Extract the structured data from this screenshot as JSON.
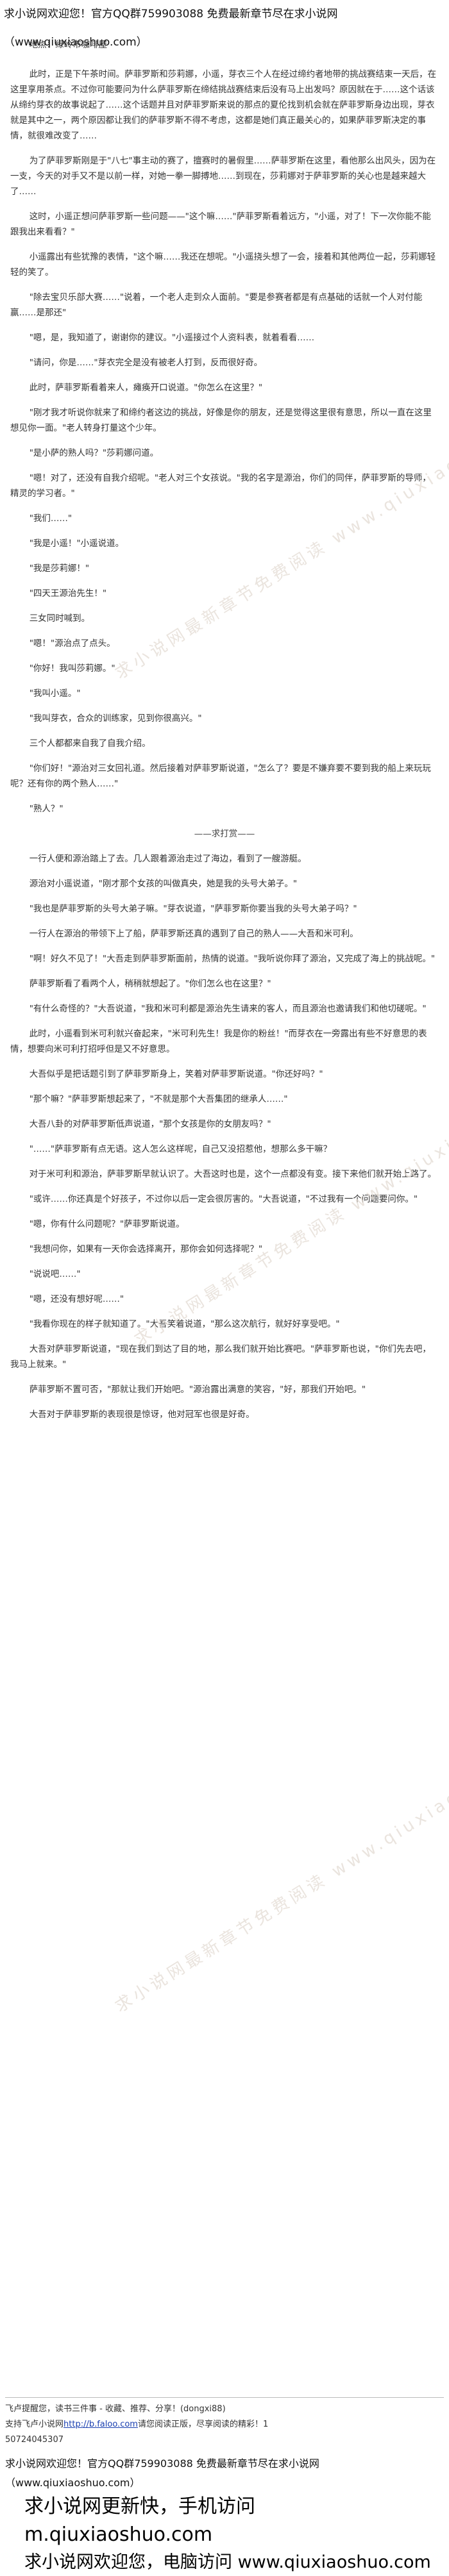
{
  "header": {
    "notice": "求小说网欢迎您！官方QQ群759903088 免费最新章节尽在求小说网（www.qiuxiaoshuo.com）"
  },
  "watermark": "求小说网最新章节免费阅读 www.qiuxiaoshuo.com",
  "paragraphs": [
    "地点：绿岭市咖啡屋",
    "此时，正是下午茶时间。萨菲罗斯和莎莉娜，小遥，芽衣三个人在经过缔约者地带的挑战赛结束一天后，在这里享用茶点。不过你可能要问为什么萨菲罗斯在缔结挑战赛结束后没有马上出发吗？原因就在于……这个话该从缔约芽衣的故事说起了……这个话题并且对萨菲罗斯来说的那点的夏伦找到机会就在萨菲罗斯身边出现，芽衣就是其中之一，两个原因都让我们的萨菲罗斯不得不考虑，这都是她们真正最关心的，如果萨菲罗斯决定的事情，就很难改变了……",
    "为了萨菲罗斯刚是于\"八七\"事主动的赛了，擅赛时的暑假里……萨菲罗斯在这里，看他那么出风头，因为在一支，今天的对手又不是以前一样，对她一拳一脚搏地……到现在，莎莉娜对于萨菲罗斯的关心也是越来越大了……",
    "这时，小遥正想问萨菲罗斯一些问题——\"这个嘛……\"萨菲罗斯看着远方，\"小遥，对了！下一次你能不能跟我出来看看？\"",
    "小遥露出有些犹豫的表情，\"这个嘛……我还在想呢。\"小遥挠头想了一会，接着和其他两位一起，莎莉娜轻轻的笑了。",
    "\"除去宝贝乐部大赛……\"说着，一个老人走到众人面前。\"要是参赛者都是有点基础的话就一个人对付能赢……是那还\"",
    "\"嗯，是，我知道了，谢谢你的建议。\"小遥接过个人资料表，就着看看……",
    "\"请问，你是……\"芽衣完全是没有被老人打到，反而很好奇。",
    "此时，萨菲罗斯看着来人，瘫痪开口说道。\"你怎么在这里？\"",
    "\"刚才我才听说你就来了和缔约者这边的挑战，好像是你的朋友，还是觉得这里很有意思，所以一直在这里想见你一面。\"老人转身打量这个少年。",
    "\"是小萨的熟人吗？\"莎莉娜问道。",
    "\"嗯！对了，还没有自我介绍呢。\"老人对三个女孩说。\"我的名字是源治，你们的同伴，萨菲罗斯的导师，精灵的学习者。\"",
    "\"我们……\"",
    "\"我是小遥！\"小遥说道。",
    "\"我是莎莉娜！\"",
    "\"四天王源治先生！\"",
    "三女同时喊到。",
    "\"嗯！\"源治点了点头。",
    "\"你好！我叫莎莉娜。\"",
    "\"我叫小遥。\"",
    "\"我叫芽衣，合众的训练家，见到你很高兴。\"",
    "三个人都都来自我了自我介绍。",
    "\"你们好！\"源治对三女回礼道。然后接着对萨菲罗斯说道，\"怎么了？要是不嫌弃要不要到我的船上来玩玩呢？还有你的两个熟人……\"",
    "\"熟人？\"",
    "——求打赏——",
    "一行人便和源治踏上了去。几人跟着源治走过了海边，看到了一艘游艇。",
    "源治对小遥说道，\"刚才那个女孩的叫做真央，她是我的头号大弟子。\"",
    "\"我也是萨菲罗斯的头号大弟子嘛。\"芽衣说道，\"萨菲罗斯你要当我的头号大弟子吗？\"",
    "一行人在源治的带领下上了船，萨菲罗斯还真的遇到了自己的熟人——大吾和米可利。",
    "\"啊！好久不见了！\"大吾走到萨菲罗斯面前，热情的说道。\"我听说你拜了源治，又完成了海上的挑战呢。\"",
    "萨菲罗斯看了看两个人，稍稍就想起了。\"你们怎么也在这里？\"",
    "\"有什么奇怪的？\"大吾说道，\"我和米可利都是源治先生请来的客人，而且源治也邀请我们和他切磋呢。\"",
    "此时，小遥看到米可利就兴奋起来，\"米可利先生！我是你的粉丝！\"而芽衣在一旁露出有些不好意思的表情，想要向米可利打招呼但是又不好意思。",
    "大吾似乎是把话题引到了萨菲罗斯身上，笑着对萨菲罗斯说道。\"你还好吗？\"",
    "\"那个嘛？\"萨菲罗斯想起来了，\"不就是那个大吾集团的继承人……\"",
    "大吾八卦的对萨菲罗斯低声说道，\"那个女孩是你的女朋友吗？\"",
    "\"……\"萨菲罗斯有点无语。这人怎么这样呢，自己又没招惹他，想那么多干嘛？",
    "对于米可利和源治，萨菲罗斯早就认识了。大吾这时也是，这个一点都没有变。接下来他们就开始上路了。",
    "\"或许……你还真是个好孩子，不过你以后一定会很厉害的。\"大吾说道，\"不过我有一个问题要问你。\"",
    "\"嗯，你有什么问题呢？\"萨菲罗斯说道。",
    "\"我想问你，如果有一天你会选择离开，那你会如何选择呢？\"",
    "\"说说吧……\"",
    "\"嗯，还没有想好呢……\"",
    "\"我看你现在的样子就知道了。\"大吾笑着说道，\"那么这次航行，就好好享受吧。\"",
    "大吾对萨菲罗斯说道，\"现在我们到达了目的地，那么我们就开始比赛吧。\"萨菲罗斯也说，\"你们先去吧，我马上就来。\"",
    "萨菲罗斯不置可否，\"那就让我们开始吧。\"源治露出满意的笑容，\"好，那我们开始吧。\"",
    "大吾对于萨菲罗斯的表现很是惊讶，他对冠军也很是好奇。"
  ],
  "footer": {
    "line1": "飞卢提醒您，读书三件事 - 收藏、推荐、分享！(dongxi88)",
    "line2_prefix": "支持飞卢小说网",
    "link_url": "http://b.faloo.com",
    "line2_suffix": "请您阅读正版，尽享阅读的精彩！1",
    "id_code": "50724045307",
    "ad_line": "求小说网欢迎您！官方QQ群759903088 免费最新章节尽在求小说网（www.qiuxiaoshuo.com）",
    "big1": "求小说网更新快，手机访问 m.qiuxiaoshuo.com",
    "big2": "求小说网欢迎您，电脑访问 www.qiuxiaoshuo.com"
  }
}
